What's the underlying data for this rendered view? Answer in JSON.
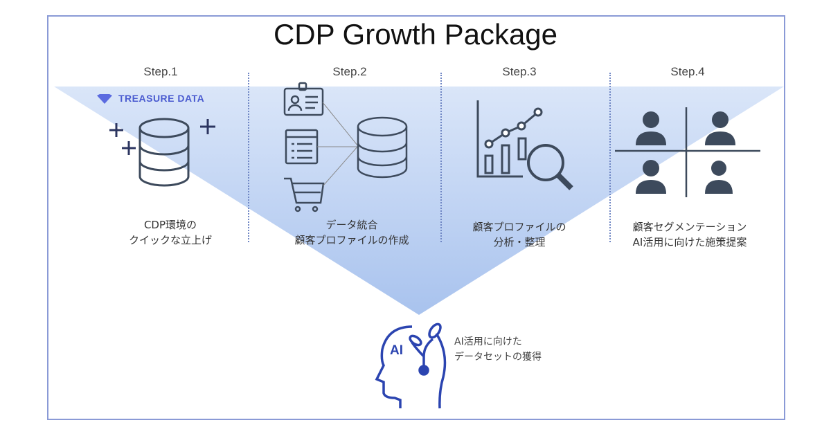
{
  "title": "CDP Growth Package",
  "steps": [
    {
      "label": "Step.1",
      "caption_line1": "CDP環境の",
      "caption_line2": "クイックな立上げ"
    },
    {
      "label": "Step.2",
      "caption_line1": "データ統合",
      "caption_line2": "顧客プロファイルの作成"
    },
    {
      "label": "Step.3",
      "caption_line1": "顧客プロファイルの",
      "caption_line2": "分析・整理"
    },
    {
      "label": "Step.4",
      "caption_line1": "顧客セグメンテーション",
      "caption_line2": "AI活用に向けた施策提案"
    }
  ],
  "brand": {
    "name": "TREASURE DATA",
    "color": "#4a5bd0"
  },
  "outcome": {
    "icon_text": "AI",
    "line1": "AI活用に向けた",
    "line2": "データセットの獲得"
  },
  "colors": {
    "frame": "#8a9ad6",
    "icon": "#3d4a5c",
    "accent": "#2b44b0",
    "funnel": "#a9c3ee"
  }
}
